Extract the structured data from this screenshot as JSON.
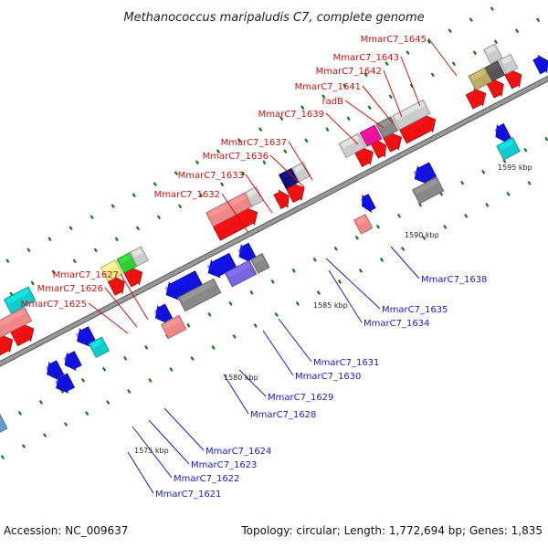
{
  "title": "Methanococcus maripaludis C7, complete genome",
  "footer": {
    "accession": "Accession: NC_009637",
    "topology": "Topology: circular; Length: 1,772,694 bp; Genes: 1,835"
  },
  "colors": {
    "backbone": "#999999",
    "forward_label": "#cc1111",
    "reverse_label": "#1a1acc",
    "tick": "#117711"
  },
  "scale_marks": [
    "1575 kbp",
    "1580 kbp",
    "1585 kbp",
    "1590 kbp",
    "1595 kbp"
  ],
  "forward_labels": [
    "MmarC7_1645",
    "MmarC7_1643",
    "MmarC7_1642",
    "MmarC7_1641",
    "radB",
    "MmarC7_1639",
    "MmarC7_1637",
    "MmarC7_1636",
    "MmarC7_1633",
    "MmarC7_1632",
    "MmarC7_1627",
    "MmarC7_1626",
    "MmarC7_1625"
  ],
  "reverse_labels": [
    "MmarC7_1638",
    "MmarC7_1635",
    "MmarC7_1634",
    "MmarC7_1631",
    "MmarC7_1630",
    "MmarC7_1629",
    "MmarC7_1628",
    "MmarC7_1624",
    "MmarC7_1623",
    "MmarC7_1622",
    "MmarC7_1621"
  ]
}
